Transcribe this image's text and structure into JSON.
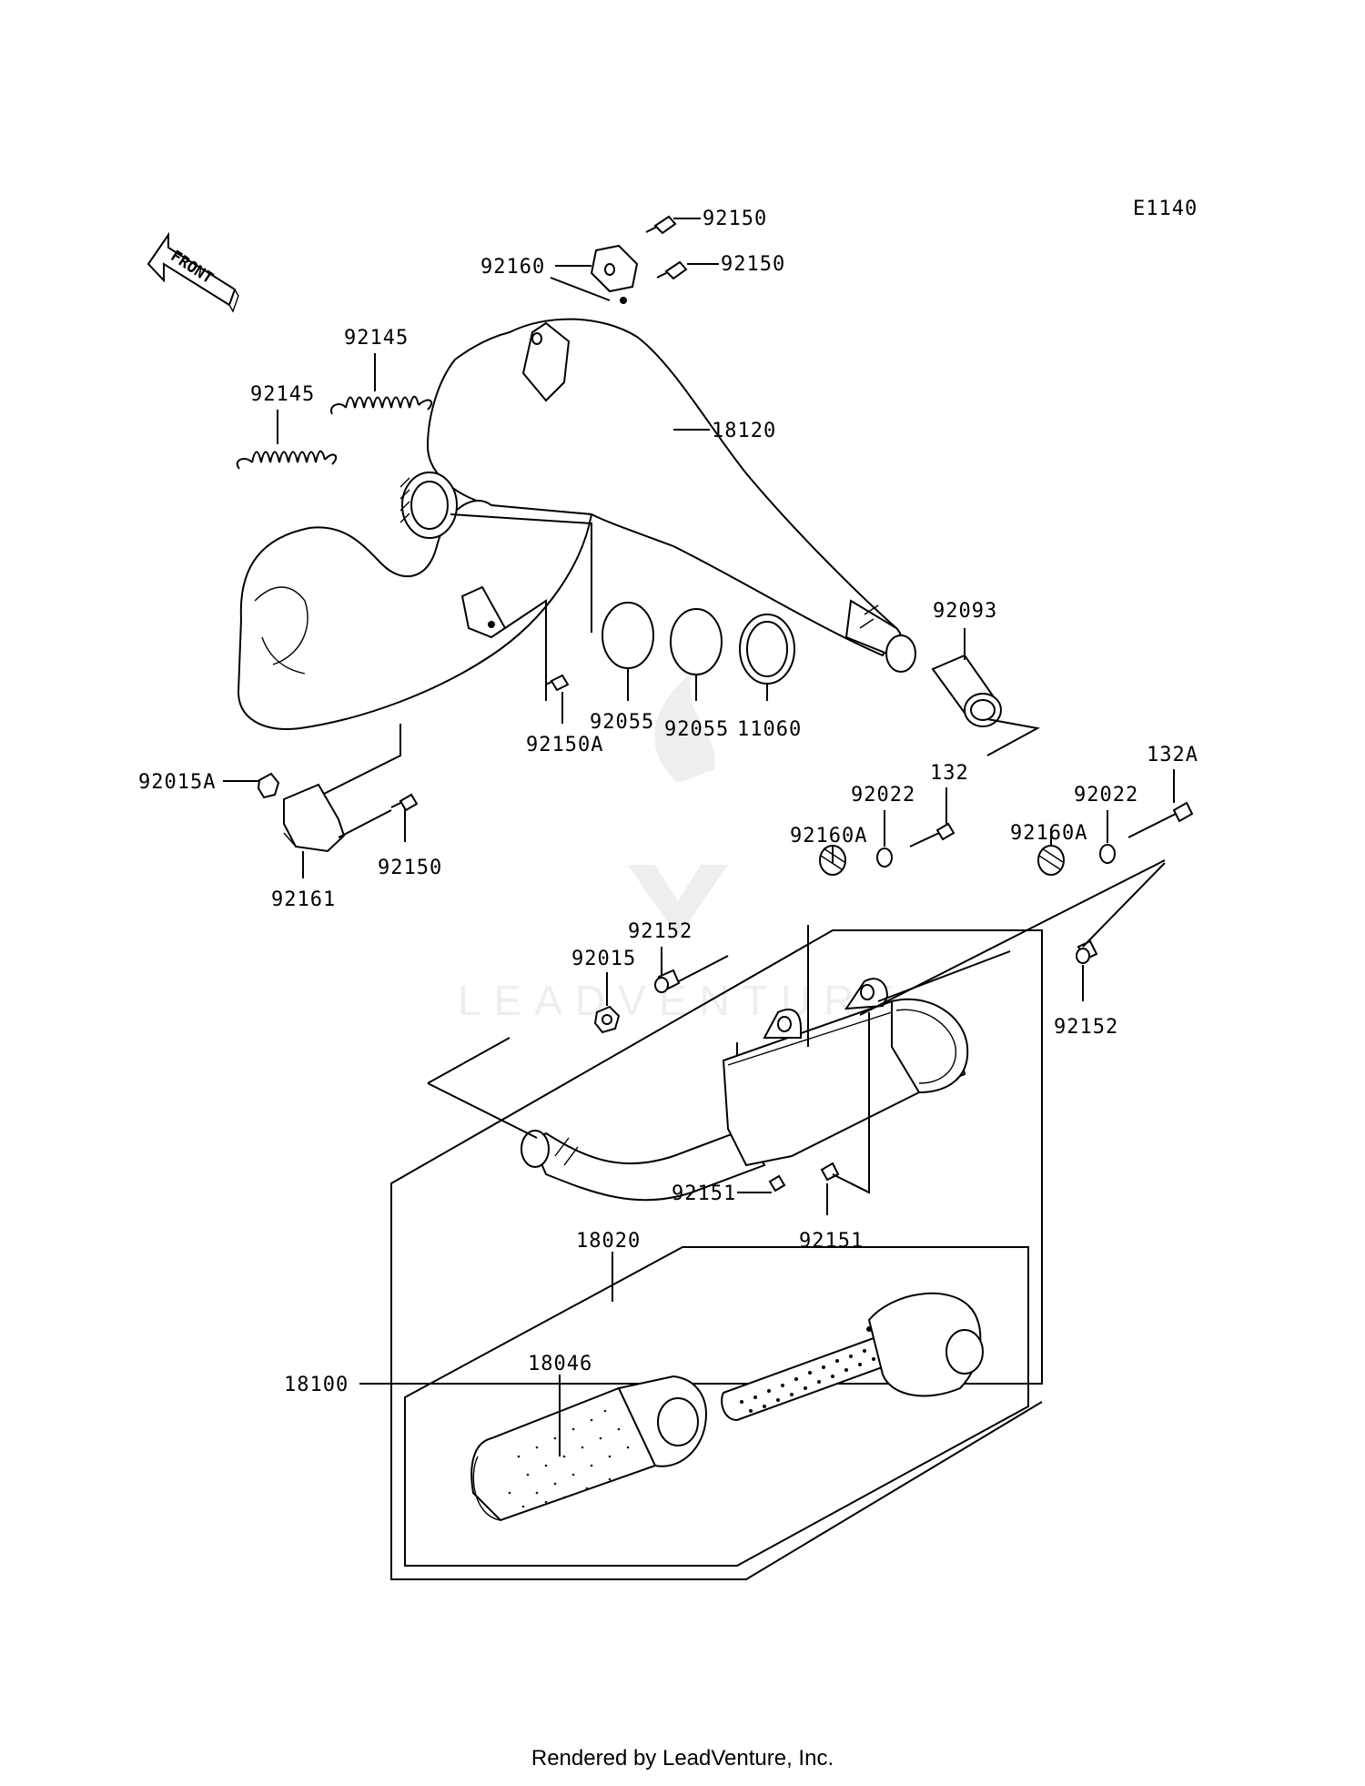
{
  "diagram_code": "E1140",
  "front_label": "FRONT",
  "watermark": "LEADVENTURE",
  "footer": "Rendered by LeadVenture, Inc.",
  "parts": {
    "p92150_a": "92150",
    "p92150_b": "92150",
    "p92160": "92160",
    "p92145_a": "92145",
    "p92145_b": "92145",
    "p18120": "18120",
    "p92093": "92093",
    "p92055_a": "92055",
    "p92055_b": "92055",
    "p11060": "11060",
    "p92150A": "92150A",
    "p92015A": "92015A",
    "p92150_c": "92150",
    "p92161": "92161",
    "p132": "132",
    "p132A": "132A",
    "p92022_a": "92022",
    "p92022_b": "92022",
    "p92160A_a": "92160A",
    "p92160A_b": "92160A",
    "p92152_a": "92152",
    "p92152_b": "92152",
    "p92015": "92015",
    "p92151_a": "92151",
    "p92151_b": "92151",
    "p18020": "18020",
    "p18046": "18046",
    "p18100": "18100"
  }
}
